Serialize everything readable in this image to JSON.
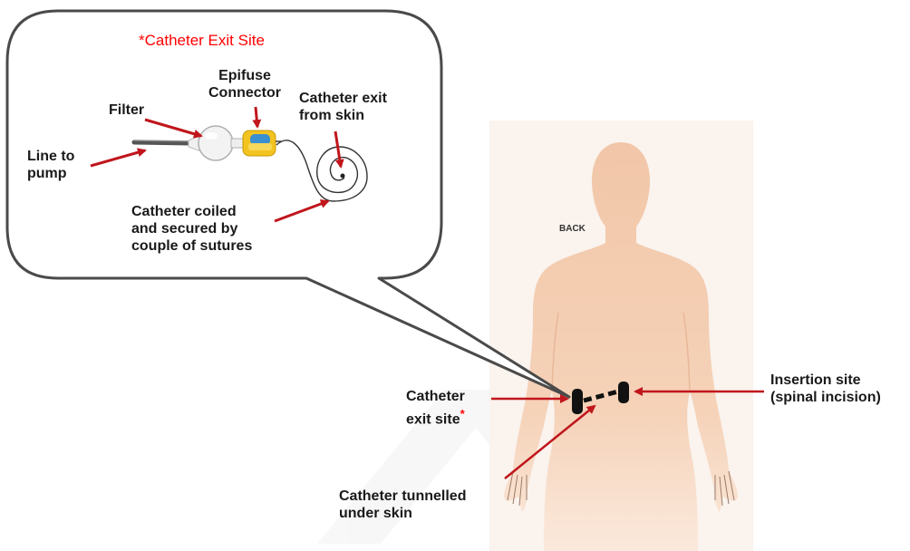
{
  "callout": {
    "title": "*Catheter Exit Site",
    "labels": {
      "filter": "Filter",
      "connector_1": "Epifuse",
      "connector_2": "Connector",
      "exit_skin_1": "Catheter exit",
      "exit_skin_2": "from skin",
      "line_pump_1": "Line to",
      "line_pump_2": "pump",
      "coiled_1": "Catheter coiled",
      "coiled_2": "and secured by",
      "coiled_3": "couple of sutures"
    }
  },
  "body": {
    "back_label": "BACK",
    "labels": {
      "exit_site_1": "Catheter",
      "exit_site_2": "exit site",
      "exit_site_asterisk": "*",
      "insertion_1": "Insertion site",
      "insertion_2": "(spinal incision)",
      "tunnelled_1": "Catheter tunnelled",
      "tunnelled_2": "under skin"
    }
  },
  "colors": {
    "arrow": "#c0161c",
    "title": "#ff0000",
    "skin": "#f3cfb4",
    "bubble_border": "#4a4a4a"
  }
}
